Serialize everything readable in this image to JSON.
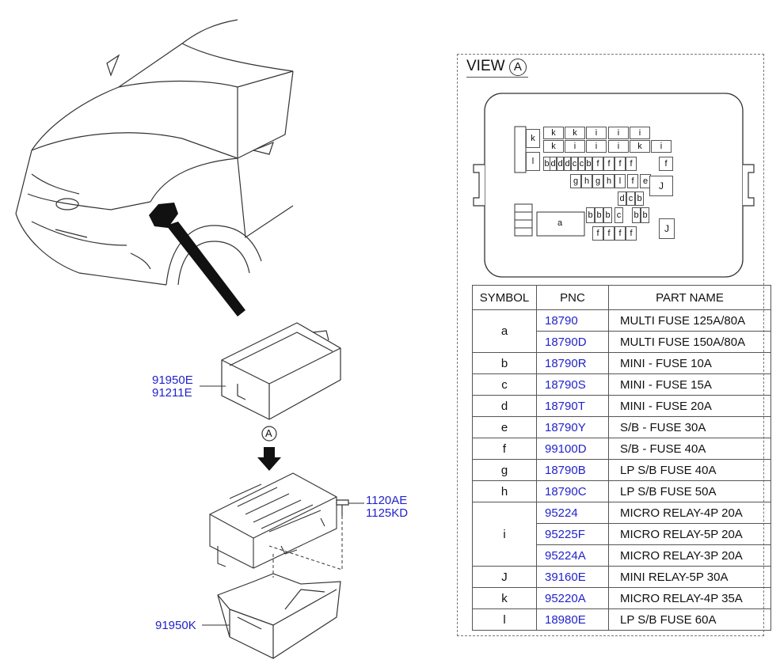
{
  "callouts": {
    "cover_top_1": "91950E",
    "cover_top_2": "91211E",
    "bolt_1": "1120AE",
    "bolt_2": "1125KD",
    "lower_cover": "91950K",
    "view_marker": "A"
  },
  "view": {
    "title": "VIEW",
    "marker": "A"
  },
  "table": {
    "headers": {
      "symbol": "SYMBOL",
      "pnc": "PNC",
      "part_name": "PART NAME"
    },
    "rows": [
      {
        "symbol": "a",
        "pnc": "18790",
        "name": "MULTI FUSE 125A/80A"
      },
      {
        "symbol": "",
        "pnc": "18790D",
        "name": "MULTI FUSE 150A/80A"
      },
      {
        "symbol": "b",
        "pnc": "18790R",
        "name": "MINI - FUSE 10A"
      },
      {
        "symbol": "c",
        "pnc": "18790S",
        "name": "MINI - FUSE 15A"
      },
      {
        "symbol": "d",
        "pnc": "18790T",
        "name": "MINI - FUSE 20A"
      },
      {
        "symbol": "e",
        "pnc": "18790Y",
        "name": "S/B - FUSE 30A"
      },
      {
        "symbol": "f",
        "pnc": "99100D",
        "name": "S/B - FUSE 40A"
      },
      {
        "symbol": "g",
        "pnc": "18790B",
        "name": "LP S/B FUSE 40A"
      },
      {
        "symbol": "h",
        "pnc": "18790C",
        "name": "LP S/B FUSE 50A"
      },
      {
        "symbol": "i",
        "pnc": "95224",
        "name": "MICRO RELAY-4P 20A"
      },
      {
        "symbol": "",
        "pnc": "95225F",
        "name": "MICRO RELAY-5P 20A"
      },
      {
        "symbol": "",
        "pnc": "95224A",
        "name": "MICRO RELAY-3P 20A"
      },
      {
        "symbol": "J",
        "pnc": "39160E",
        "name": "MINI RELAY-5P 30A"
      },
      {
        "symbol": "k",
        "pnc": "95220A",
        "name": "MICRO RELAY-4P 35A"
      },
      {
        "symbol": "l",
        "pnc": "18980E",
        "name": "LP S/B FUSE 60A"
      }
    ]
  },
  "fusebox_cells": {
    "left_k": "k",
    "left_l": "l",
    "row1": [
      "k",
      "k",
      "i",
      "i",
      "i"
    ],
    "row2": [
      "k",
      "i",
      "i",
      "i",
      "k",
      "i"
    ],
    "row3": [
      "b",
      "d",
      "d",
      "d",
      "c",
      "c",
      "b",
      "f",
      "f",
      "f",
      "f",
      "f"
    ],
    "row4": [
      "g",
      "h",
      "g",
      "h",
      "l",
      "f",
      "e"
    ],
    "row5": [
      "d",
      "c",
      "b"
    ],
    "row6": [
      "b",
      "b",
      "b",
      "c",
      "b",
      "b"
    ],
    "row7": [
      "f",
      "f",
      "f",
      "f"
    ],
    "a_label": "a",
    "j1": "J",
    "j2": "J"
  },
  "colors": {
    "pnc_link": "#2222cc",
    "line": "#333333"
  }
}
